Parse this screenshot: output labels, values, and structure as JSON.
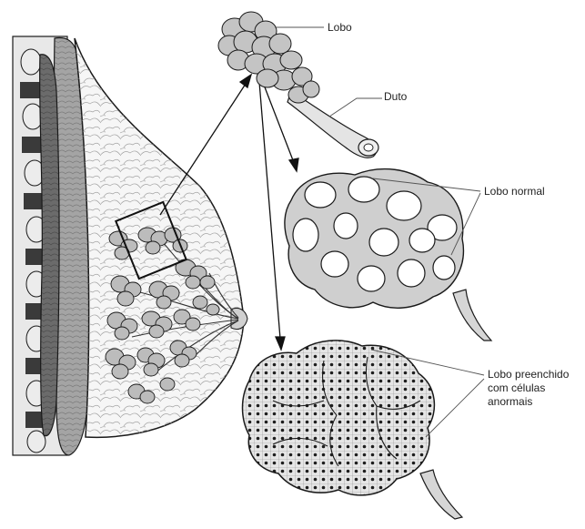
{
  "labels": {
    "lobe": "Lobo",
    "duct": "Duto",
    "normal_lobe": "Lobo normal",
    "abnormal_lobe": [
      "Lobo preenchido",
      "com células",
      "anormais"
    ]
  },
  "colors": {
    "line": "#1a1a1a",
    "muscle_dark": "#6e6e6e",
    "muscle_light": "#9a9a9a",
    "lobule": "#b9b9b9",
    "fat": "#f4f4f4",
    "cell_wall": "#d8d8d8",
    "nucleus": "#222222"
  }
}
